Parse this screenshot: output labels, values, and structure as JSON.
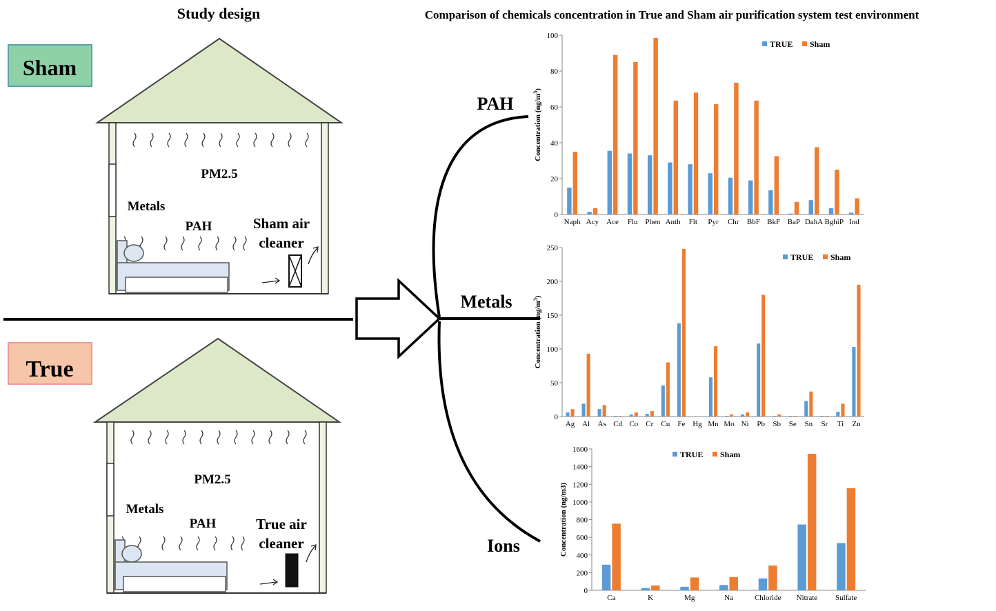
{
  "titles": {
    "study_design": "Study design",
    "comparison": "Comparison of chemicals concentration in True and Sham air purification system test environment"
  },
  "groups": {
    "sham": "Sham",
    "true": "True"
  },
  "room_labels": {
    "pm25": "PM2.5",
    "metals": "Metals",
    "pah": "PAH",
    "sham_cleaner_line1": "Sham air",
    "sham_cleaner_line2": "cleaner",
    "true_cleaner_line1": "True air",
    "true_cleaner_line2": "cleaner"
  },
  "branch_labels": {
    "pah": "PAH",
    "metals": "Metals",
    "ions": "Ions"
  },
  "colors": {
    "true": "#5b9bd5",
    "sham": "#ed7d31",
    "sham_badge": "#8fd1a6",
    "true_badge": "#f7c6a8",
    "roof": "#dce8c8",
    "bed": "#dce6f2"
  },
  "chart_data": [
    {
      "type": "bar",
      "ylabel": "Concentration (ng/m³)",
      "ylabel_main": "Concentration (ng/m",
      "ylabel_sup": "3",
      "ylabel_end": ")",
      "ylim": [
        0,
        100
      ],
      "yticks": [
        0,
        20,
        40,
        60,
        80,
        100
      ],
      "categories": [
        "Naph",
        "Acy",
        "Ace",
        "Flu",
        "Phen",
        "Anth",
        "Flt",
        "Pyr",
        "Chr",
        "BbF",
        "BkF",
        "BaP",
        "DahA",
        "BghiP",
        "Ind"
      ],
      "series": [
        {
          "name": "TRUE",
          "values": [
            15,
            1.5,
            35.5,
            34,
            33,
            29,
            28,
            23,
            20.5,
            19,
            13.5,
            0.5,
            8,
            3.5,
            1
          ]
        },
        {
          "name": "Sham",
          "values": [
            35,
            3.5,
            89,
            85,
            98.5,
            63.5,
            68,
            61.5,
            73.5,
            63.5,
            32.5,
            7,
            37.5,
            25,
            9
          ]
        }
      ],
      "legend": "top-right"
    },
    {
      "type": "bar",
      "ylabel": "Concentration (ng/m³)",
      "ylabel_main": "Concentration (ng/m",
      "ylabel_sup": "3",
      "ylabel_end": ")",
      "ylim": [
        0,
        250
      ],
      "yticks": [
        0,
        50,
        100,
        150,
        200,
        250
      ],
      "categories": [
        "Ag",
        "Al",
        "As",
        "Cd",
        "Co",
        "Cr",
        "Cu",
        "Fe",
        "Hg",
        "Mn",
        "Mo",
        "Ni",
        "Pb",
        "Sb",
        "Se",
        "Sn",
        "Sr",
        "Ti",
        "Zn"
      ],
      "series": [
        {
          "name": "TRUE",
          "values": [
            6,
            19,
            11,
            1,
            3,
            4,
            46,
            138,
            0,
            58,
            1,
            3,
            108,
            1,
            1,
            23,
            1,
            7,
            103
          ]
        },
        {
          "name": "Sham",
          "values": [
            11,
            93,
            17,
            1,
            6,
            8,
            80,
            248,
            0,
            104,
            3,
            6,
            180,
            3,
            1,
            37,
            1,
            19,
            195
          ]
        }
      ],
      "legend": "top-right"
    },
    {
      "type": "bar",
      "ylabel": "Concentration (ng/m3)",
      "ylabel_main": "Concentration (ng/m3)",
      "ylabel_sup": "",
      "ylabel_end": "",
      "ylim": [
        0,
        1600
      ],
      "yticks": [
        0,
        200,
        400,
        600,
        800,
        1000,
        1200,
        1400,
        1600
      ],
      "categories": [
        "Ca",
        "K",
        "Mg",
        "Na",
        "Chloride",
        "Nitrate",
        "Sulfate"
      ],
      "series": [
        {
          "name": "TRUE",
          "values": [
            290,
            25,
            40,
            60,
            135,
            745,
            535
          ]
        },
        {
          "name": "Sham",
          "values": [
            755,
            55,
            145,
            150,
            280,
            1545,
            1155
          ]
        }
      ],
      "legend": "top-right"
    }
  ]
}
